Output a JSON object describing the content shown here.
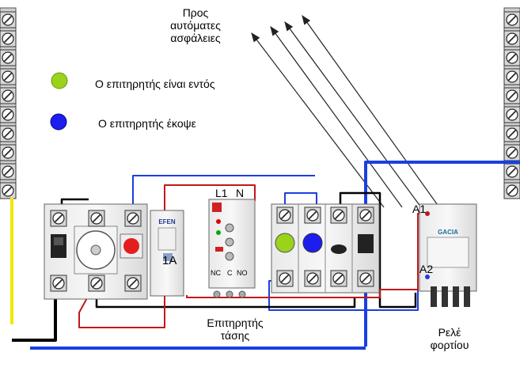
{
  "colors": {
    "blue_wire": "#1a3fe0",
    "red_wire": "#c01818",
    "black_wire": "#000000",
    "yellow_wire": "#f2e600",
    "led_green": "#9bd21a",
    "led_blue": "#1d1df0",
    "button_red": "#e41e1e"
  },
  "labels": {
    "to_breakers_1": "Προς",
    "to_breakers_2": "αυτόματες",
    "to_breakers_3": "ασφάλειες",
    "supervisor_on": "Ο επιτηρητής είναι εντός",
    "supervisor_tripped": "Ο επιτηρητής  έκοψε",
    "breaker_rating": "1A",
    "relay_l1": "L1",
    "relay_n": "N",
    "relay_nc": "NC",
    "relay_c": "C",
    "relay_no": "NO",
    "contactor_a1": "A1",
    "contactor_a2": "A2",
    "breaker_brand": "EFEN",
    "contactor_brand": "GACIA",
    "voltage_monitor_1": "Επιτηρητής",
    "voltage_monitor_2": "τάσης",
    "load_relay_1": "Ρελέ",
    "load_relay_2": "φορτίου"
  },
  "icons": {
    "legend_on": "green-indicator-dot",
    "legend_tripped": "blue-indicator-dot",
    "terminal": "screw-terminal-icon",
    "arrow": "arrow-icon"
  }
}
